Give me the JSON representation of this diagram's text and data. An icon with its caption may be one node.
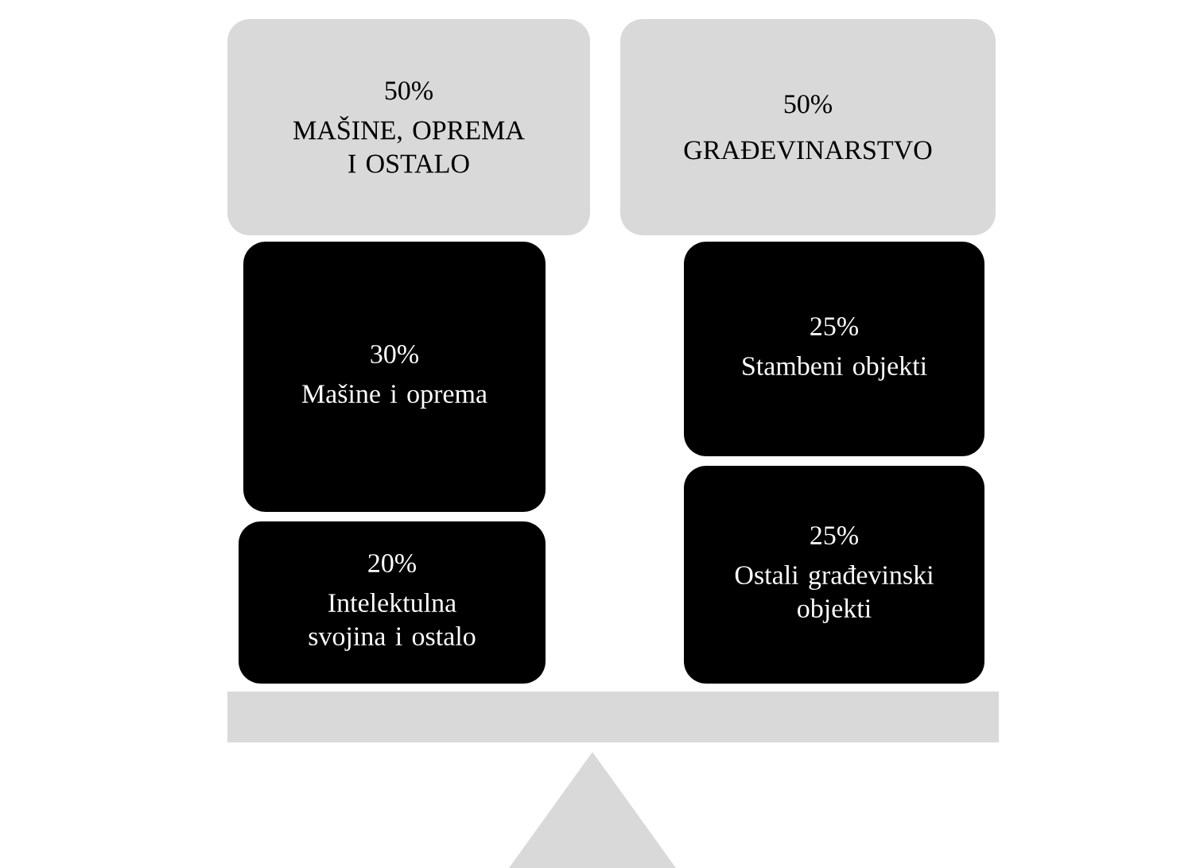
{
  "diagram": {
    "nodes": [
      {
        "text": [
          "50%",
          "MAŠINE, OPREMA I OSTALO"
        ]
      },
      {
        "text": [
          "50%",
          "GRAĐEVINARSTVO"
        ]
      },
      {
        "text": [
          "30%",
          "Mašine i oprema"
        ]
      },
      {
        "text": [
          "20%",
          "Intelektulna svojina i ostalo"
        ]
      },
      {
        "text": [
          "25%",
          "Stambeni objekti"
        ]
      },
      {
        "text": [
          "25%",
          "Ostali građevinski objekti"
        ]
      }
    ]
  }
}
